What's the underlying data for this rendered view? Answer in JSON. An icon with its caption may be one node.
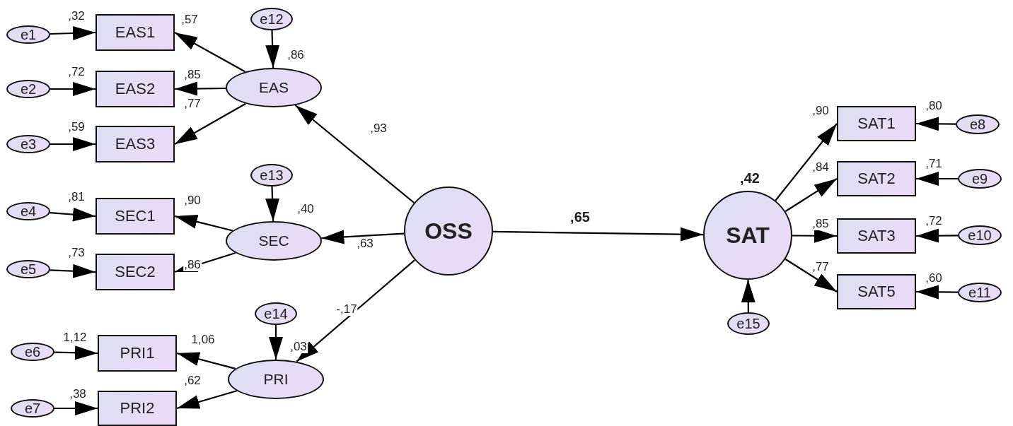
{
  "diagram": {
    "nodes": [
      {
        "text": [
          "e1"
        ]
      },
      {
        "text": [
          "EAS1"
        ],
        "beside": [
          ",32"
        ]
      },
      {
        "text": [
          "e2"
        ]
      },
      {
        "text": [
          "EAS2"
        ],
        "beside": [
          ",72"
        ]
      },
      {
        "text": [
          "e3"
        ]
      },
      {
        "text": [
          "EAS3"
        ],
        "beside": [
          ",59"
        ]
      },
      {
        "text": [
          "e12"
        ]
      },
      {
        "text": [
          "EAS"
        ],
        "beside": [
          ",86"
        ]
      },
      {
        "text": [
          "e4"
        ]
      },
      {
        "text": [
          "SEC1"
        ],
        "beside": [
          ",81"
        ]
      },
      {
        "text": [
          "e5"
        ]
      },
      {
        "text": [
          "SEC2"
        ],
        "beside": [
          ",73"
        ]
      },
      {
        "text": [
          "e13"
        ]
      },
      {
        "text": [
          "SEC"
        ],
        "beside": [
          ",40"
        ]
      },
      {
        "text": [
          "e6"
        ]
      },
      {
        "text": [
          "PRI1"
        ],
        "beside": [
          "1,12"
        ]
      },
      {
        "text": [
          "e7"
        ]
      },
      {
        "text": [
          "PRI2"
        ],
        "beside": [
          ",38"
        ]
      },
      {
        "text": [
          "e14"
        ]
      },
      {
        "text": [
          "PRI"
        ],
        "beside": [
          ",03"
        ]
      },
      {
        "text": [
          "OSS"
        ]
      },
      {
        "text": [
          "SAT"
        ],
        "beside": [
          ",42"
        ]
      },
      {
        "text": [
          "e15"
        ]
      },
      {
        "text": [
          "SAT1"
        ],
        "beside": [
          ",80"
        ]
      },
      {
        "text": [
          "e8"
        ]
      },
      {
        "text": [
          "SAT2"
        ],
        "beside": [
          ",71"
        ]
      },
      {
        "text": [
          "e9"
        ]
      },
      {
        "text": [
          "SAT3"
        ],
        "beside": [
          ",72"
        ]
      },
      {
        "text": [
          "e10"
        ]
      },
      {
        "text": [
          "SAT5"
        ],
        "beside": [
          ",60"
        ]
      },
      {
        "text": [
          "e11"
        ]
      }
    ],
    "edges": [
      {
        "from": 0,
        "to": 1,
        "arrow": "to"
      },
      {
        "from": 2,
        "to": 3,
        "arrow": "to"
      },
      {
        "from": 4,
        "to": 5,
        "arrow": "to"
      },
      {
        "from": 6,
        "to": 7,
        "arrow": "to"
      },
      {
        "from": 7,
        "to": 1,
        "arrow": "to",
        "label": ",57"
      },
      {
        "from": 7,
        "to": 3,
        "arrow": "to",
        "label": ",85"
      },
      {
        "from": 7,
        "to": 5,
        "arrow": "to",
        "label": ",77"
      },
      {
        "from": 8,
        "to": 9,
        "arrow": "to"
      },
      {
        "from": 10,
        "to": 11,
        "arrow": "to"
      },
      {
        "from": 12,
        "to": 13,
        "arrow": "to"
      },
      {
        "from": 13,
        "to": 9,
        "arrow": "to",
        "label": ",90"
      },
      {
        "from": 13,
        "to": 11,
        "arrow": "to",
        "label": ",86"
      },
      {
        "from": 14,
        "to": 15,
        "arrow": "to"
      },
      {
        "from": 16,
        "to": 17,
        "arrow": "to"
      },
      {
        "from": 18,
        "to": 19,
        "arrow": "to"
      },
      {
        "from": 19,
        "to": 15,
        "arrow": "to",
        "label": "1,06"
      },
      {
        "from": 19,
        "to": 17,
        "arrow": "to",
        "label": ",62"
      },
      {
        "from": 20,
        "to": 7,
        "arrow": "to",
        "label": ",93"
      },
      {
        "from": 20,
        "to": 13,
        "arrow": "to",
        "label": ",63"
      },
      {
        "from": 20,
        "to": 19,
        "arrow": "to",
        "label": "-,17"
      },
      {
        "from": 20,
        "to": 21,
        "arrow": "to",
        "label": ",65"
      },
      {
        "from": 22,
        "to": 21,
        "arrow": "to"
      },
      {
        "from": 21,
        "to": 23,
        "arrow": "to",
        "label": ",90"
      },
      {
        "from": 21,
        "to": 25,
        "arrow": "to",
        "label": ",84"
      },
      {
        "from": 21,
        "to": 27,
        "arrow": "to",
        "label": ",85"
      },
      {
        "from": 21,
        "to": 29,
        "arrow": "to",
        "label": ",77"
      },
      {
        "from": 24,
        "to": 23,
        "arrow": "to"
      },
      {
        "from": 26,
        "to": 25,
        "arrow": "to"
      },
      {
        "from": 28,
        "to": 27,
        "arrow": "to"
      },
      {
        "from": 30,
        "to": 29,
        "arrow": "to"
      }
    ]
  }
}
